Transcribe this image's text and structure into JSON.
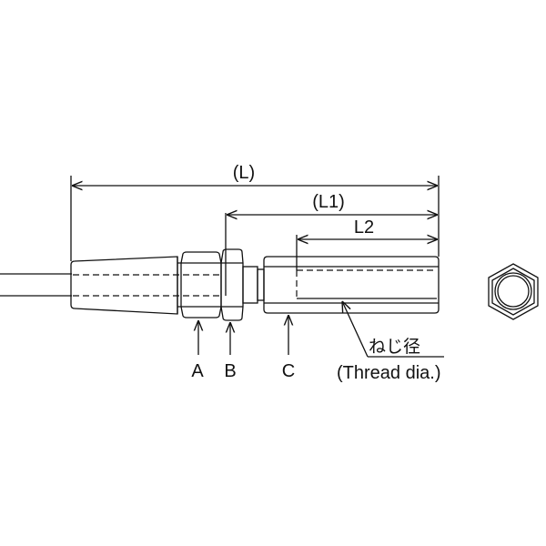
{
  "dimensions": {
    "L": "(L)",
    "L1": "(L1)",
    "L2": "L2"
  },
  "parts": {
    "A": "A",
    "B": "B",
    "C": "C"
  },
  "thread": {
    "label_ja": "ねじ径",
    "label_en": "(Thread dia.)"
  }
}
